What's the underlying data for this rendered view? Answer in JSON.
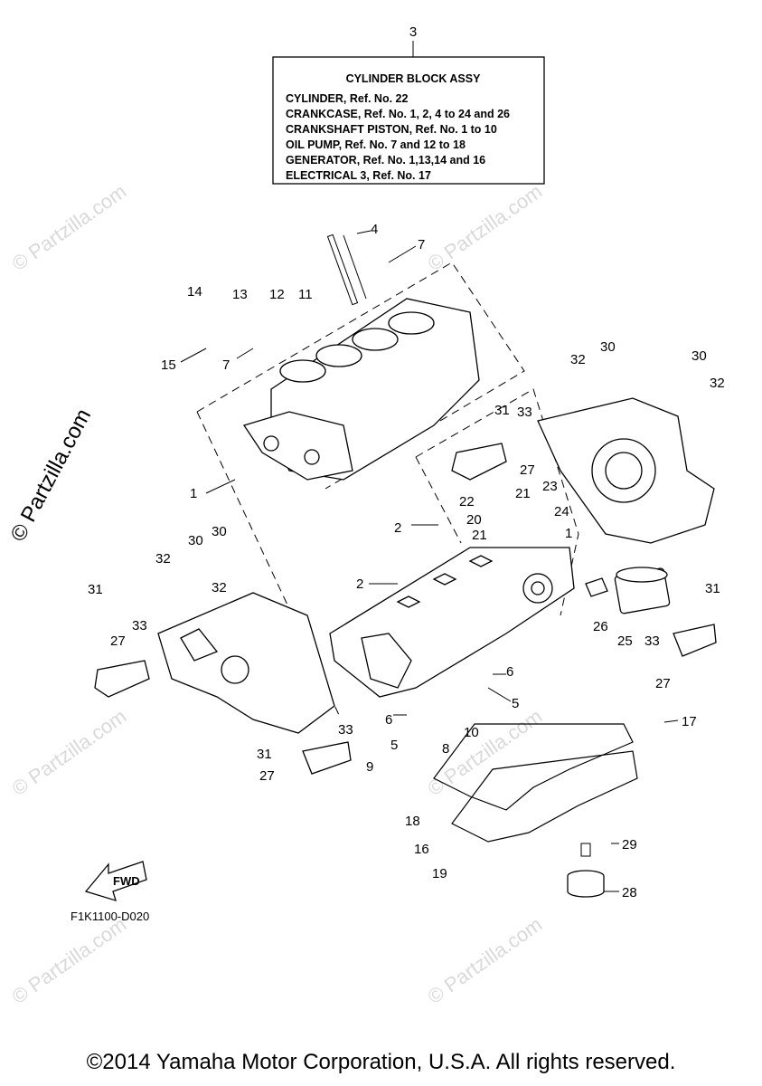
{
  "info_box": {
    "ref_number": "3",
    "title": "CYLINDER BLOCK ASSY",
    "lines": [
      "CYLINDER, Ref. No. 22",
      "CRANKCASE, Ref. No. 1, 2, 4 to 24 and 26",
      "CRANKSHAFT PISTON,  Ref. No. 1 to 10",
      "OIL PUMP, Ref. No. 7 and 12 to 18",
      "GENERATOR,  Ref. No. 1,13,14 and 16",
      "ELECTRICAL 3, Ref. No. 17"
    ]
  },
  "callouts": {
    "c1": "1",
    "c1b": "1",
    "c2a": "2",
    "c2b": "2",
    "c4": "4",
    "c5a": "5",
    "c5b": "5",
    "c6a": "6",
    "c6b": "6",
    "c7a": "7",
    "c7b": "7",
    "c8": "8",
    "c9": "9",
    "c10": "10",
    "c11": "11",
    "c12": "12",
    "c13": "13",
    "c14": "14",
    "c15": "15",
    "c16": "16",
    "c17": "17",
    "c18": "18",
    "c19": "19",
    "c20": "20",
    "c21a": "21",
    "c21b": "21",
    "c22": "22",
    "c23": "23",
    "c24": "24",
    "c25": "25",
    "c26": "26",
    "c27a": "27",
    "c27b": "27",
    "c27c": "27",
    "c27d": "27",
    "c28": "28",
    "c29": "29",
    "c30a": "30",
    "c30b": "30",
    "c30c": "30",
    "c30d": "30",
    "c31a": "31",
    "c31b": "31",
    "c31c": "31",
    "c31d": "31",
    "c32a": "32",
    "c32b": "32",
    "c32c": "32",
    "c32d": "32",
    "c33a": "33",
    "c33b": "33",
    "c33c": "33",
    "c33d": "33"
  },
  "fwd_label": "FWD",
  "diagram_code": "F1K1100-D020",
  "watermark": "© Partzilla.com",
  "copyright": "©2014 Yamaha Motor Corporation, U.S.A. All rights reserved."
}
